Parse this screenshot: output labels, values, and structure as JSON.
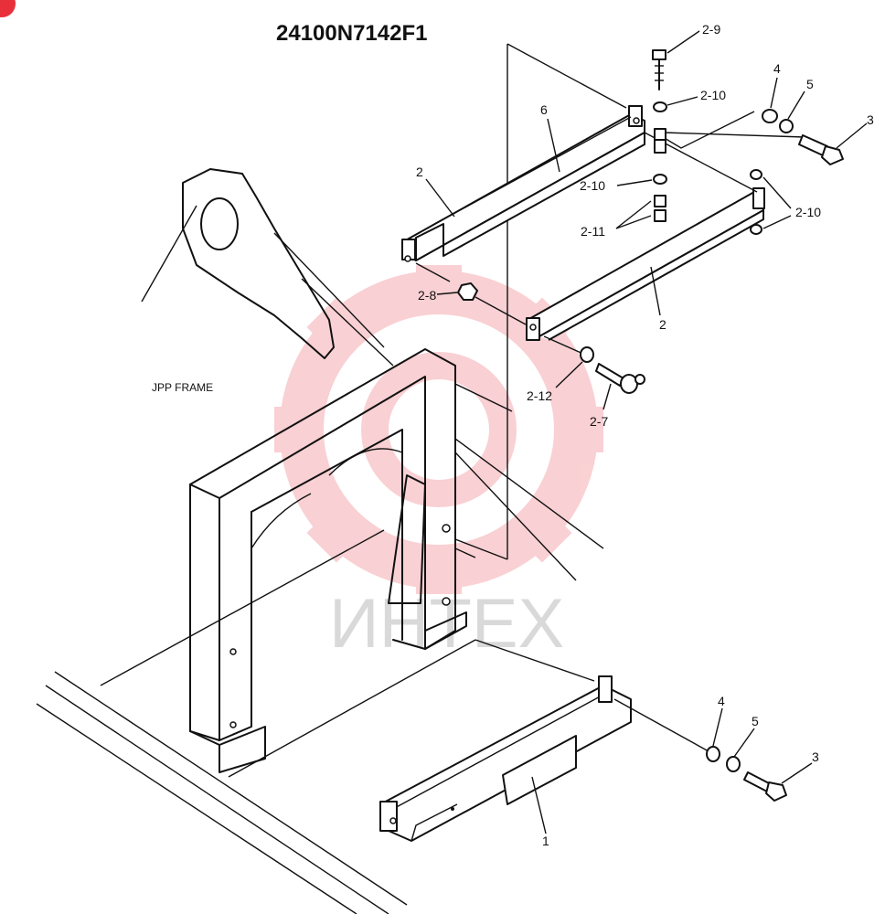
{
  "title": "24100N7142F1",
  "frame_label": "JPP FRAME",
  "watermark": {
    "text": "ИНТЕХ",
    "color": "#e8303a"
  },
  "callouts": {
    "c2_9": "2-9",
    "c2_10_top": "2-10",
    "c4_top": "4",
    "c5_top": "5",
    "c3_top": "3",
    "c6": "6",
    "c2_upper": "2",
    "c2_10_mid": "2-10",
    "c2_11": "2-11",
    "c2_10_right": "2-10",
    "c2_8": "2-8",
    "c2_lower": "2",
    "c2_12": "2-12",
    "c2_7": "2-7",
    "c4_bottom": "4",
    "c5_bottom": "5",
    "c3_bottom": "3",
    "c1": "1"
  }
}
